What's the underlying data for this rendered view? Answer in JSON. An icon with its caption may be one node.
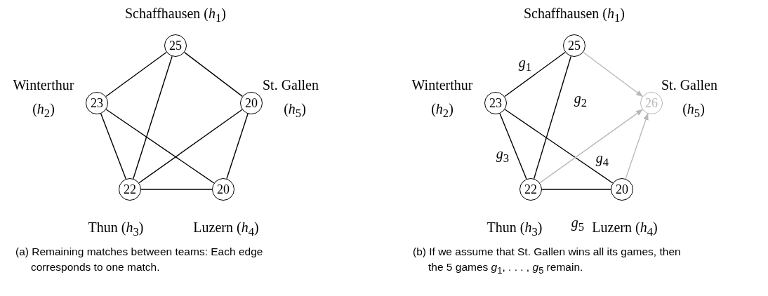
{
  "diagram": {
    "nodes": [
      {
        "text": [
          "25"
        ],
        "beside": [
          "Schaffhausen (*h*$_{1}$)"
        ]
      },
      {
        "text": [
          "23"
        ],
        "beside": [
          "Winterthur",
          "(*h*$_{2}$)"
        ]
      },
      {
        "text": [
          "20"
        ],
        "beside": [
          "St. Gallen",
          "(*h*$_{5}$)"
        ]
      },
      {
        "text": [
          "22"
        ],
        "beside": [
          "Thun (*h*$_{3}$)"
        ]
      },
      {
        "text": [
          "20"
        ],
        "beside": [
          "Luzern (*h*$_{4}$)"
        ]
      },
      {
        "text": [
          "25"
        ],
        "beside": [
          "Schaffhausen (*h*$_{1}$)"
        ]
      },
      {
        "text": [
          "23"
        ],
        "beside": [
          "Winterthur",
          "(*h*$_{2}$)"
        ]
      },
      {
        "text": [
          "26"
        ],
        "beside": [
          "St. Gallen",
          "(*h*$_{5}$)"
        ]
      },
      {
        "text": [
          "22"
        ],
        "beside": [
          "Thun (*h*$_{3}$)"
        ]
      },
      {
        "text": [
          "20"
        ],
        "beside": [
          "Luzern (*h*$_{4}$)"
        ]
      }
    ],
    "edges": [
      {
        "from": 0,
        "to": 1,
        "arrow": "none"
      },
      {
        "from": 0,
        "to": 2,
        "arrow": "none"
      },
      {
        "from": 0,
        "to": 3,
        "arrow": "none"
      },
      {
        "from": 1,
        "to": 3,
        "arrow": "none"
      },
      {
        "from": 1,
        "to": 4,
        "arrow": "none"
      },
      {
        "from": 2,
        "to": 3,
        "arrow": "none"
      },
      {
        "from": 2,
        "to": 4,
        "arrow": "none"
      },
      {
        "from": 3,
        "to": 4,
        "arrow": "none"
      },
      {
        "from": 5,
        "to": 6,
        "arrow": "none",
        "label": "*g*$_{1}$"
      },
      {
        "from": 5,
        "to": 8,
        "arrow": "none",
        "label": "*g*$_{2}$"
      },
      {
        "from": 6,
        "to": 8,
        "arrow": "none",
        "label": "*g*$_{3}$"
      },
      {
        "from": 6,
        "to": 9,
        "arrow": "none",
        "label": "*g*$_{4}$"
      },
      {
        "from": 8,
        "to": 9,
        "arrow": "none",
        "label": "*g*$_{5}$"
      },
      {
        "from": 5,
        "to": 7,
        "arrow": "to",
        "color": "#b8b8b8"
      },
      {
        "from": 8,
        "to": 7,
        "arrow": "to",
        "color": "#b8b8b8"
      },
      {
        "from": 9,
        "to": 7,
        "arrow": "to",
        "color": "#b8b8b8"
      }
    ],
    "labels": [
      "(a) Remaining matches between teams: Each edge corresponds to one match.",
      "(b) If we assume that St. Gallen wins all its games, then the 5 games *g*$_{1}$, . . . , *g*$_{5}$ remain."
    ]
  }
}
